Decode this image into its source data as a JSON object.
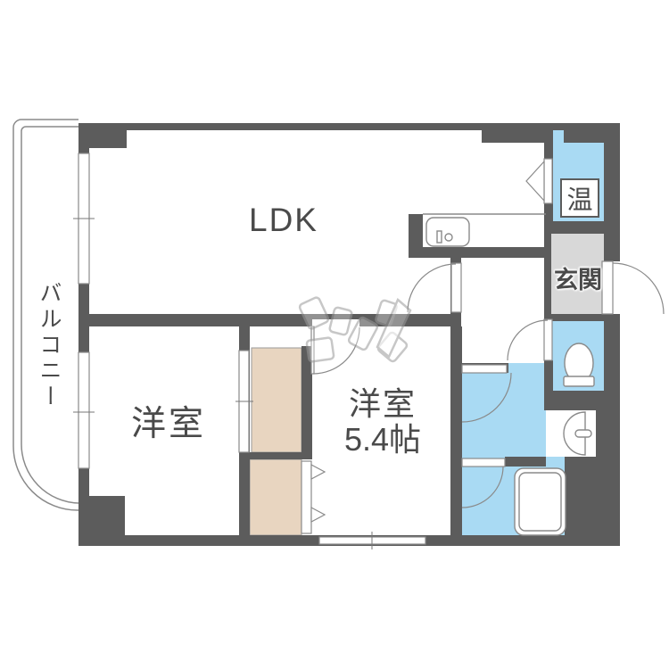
{
  "floor_plan": {
    "labels": {
      "ldk": "LDK",
      "bedroom1": "洋室",
      "bedroom2_name": "洋室",
      "bedroom2_size": "5.4帖",
      "balcony": "バルコニー",
      "entrance": "玄関",
      "water_heater": "温"
    },
    "colors": {
      "wall": "#5c5c5c",
      "wet_area_blue": "#a9daf3",
      "closet_beige": "#e8d5c0",
      "entrance_floor_gray": "#d8d8d8",
      "outline_gray": "#8a8a8a",
      "text": "#4a4a4a"
    },
    "icons": [
      "kitchen-sink-icon",
      "toilet-icon",
      "washbasin-icon",
      "bathtub-icon",
      "door-swing-arc",
      "sliding-window",
      "folding-door-triangles",
      "watermark-logo"
    ]
  }
}
